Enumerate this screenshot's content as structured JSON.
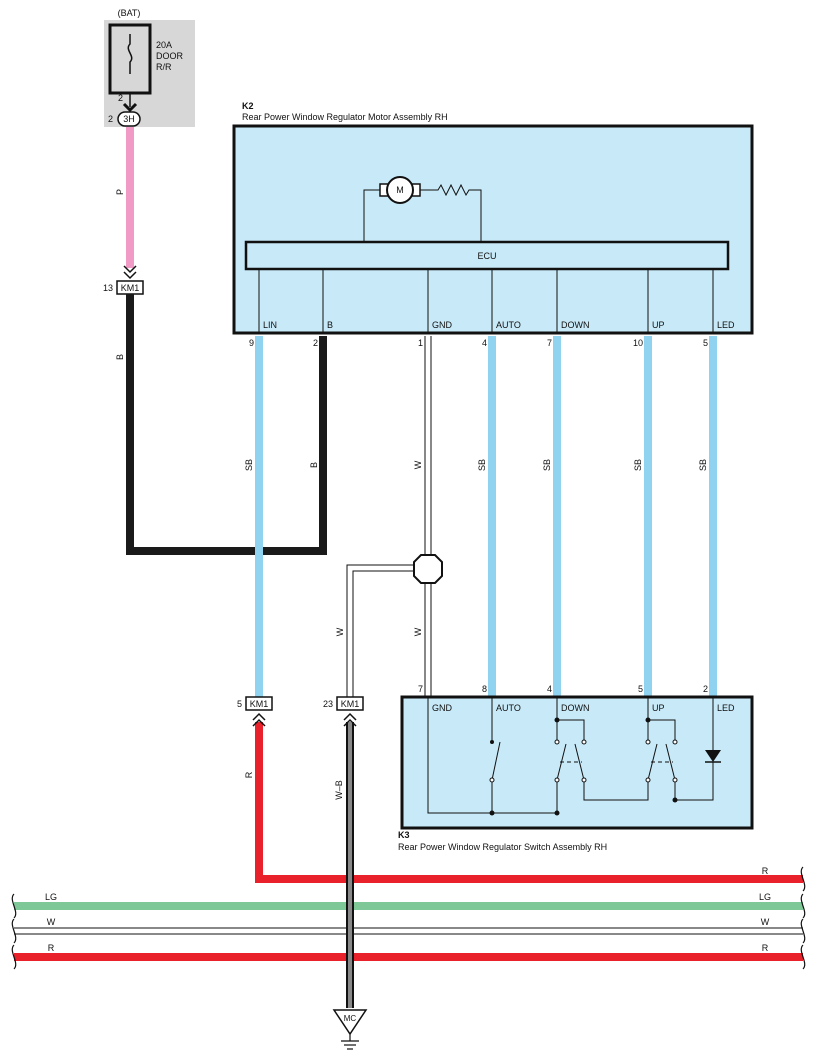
{
  "fuse": {
    "source": "(BAT)",
    "rating": "20A",
    "name_line1": "DOOR",
    "name_line2": "R/R",
    "pin": "2"
  },
  "connectors": {
    "c3h": {
      "id": "3H",
      "pin": "2"
    },
    "km1_top": {
      "id": "KM1",
      "pin": "13"
    },
    "km1_left": {
      "id": "KM1",
      "pin": "5"
    },
    "km1_mid": {
      "id": "KM1",
      "pin": "23"
    }
  },
  "k2": {
    "code": "K2",
    "name": "Rear Power Window Regulator Motor Assembly RH",
    "ecu": "ECU",
    "motor": "M",
    "terminals": [
      {
        "label": "LIN",
        "pin": "9",
        "wire": "SB"
      },
      {
        "label": "B",
        "pin": "2",
        "wire": "B"
      },
      {
        "label": "GND",
        "pin": "1",
        "wire": "W"
      },
      {
        "label": "AUTO",
        "pin": "4",
        "wire": "SB"
      },
      {
        "label": "DOWN",
        "pin": "7",
        "wire": "SB"
      },
      {
        "label": "UP",
        "pin": "10",
        "wire": "SB"
      },
      {
        "label": "LED",
        "pin": "5",
        "wire": "SB"
      }
    ]
  },
  "k3": {
    "code": "K3",
    "name": "Rear Power Window Regulator Switch Assembly RH",
    "terminals": [
      {
        "label": "GND",
        "pin": "7"
      },
      {
        "label": "AUTO",
        "pin": "8"
      },
      {
        "label": "DOWN",
        "pin": "4"
      },
      {
        "label": "UP",
        "pin": "5"
      },
      {
        "label": "LED",
        "pin": "2"
      }
    ]
  },
  "wires": {
    "p": "P",
    "b": "B",
    "w_left": "W",
    "w_right": "W",
    "w_b": "W–B",
    "r_left": "R"
  },
  "buses": [
    {
      "name": "R",
      "color": "#e8212a"
    },
    {
      "name": "LG",
      "color": "#7ec796"
    },
    {
      "name": "W",
      "color": "#ffffff"
    },
    {
      "name": "R",
      "color": "#e8212a"
    }
  ],
  "ground": {
    "label": "MC"
  },
  "colors": {
    "pink": "#f29ac6",
    "sky_blue": "#8fd3f1",
    "black": "#1a1a1a",
    "red": "#e8212a",
    "light_green": "#7ec796",
    "box_fill": "#c8e9f8",
    "fuse_bg": "#d7d7d7"
  }
}
